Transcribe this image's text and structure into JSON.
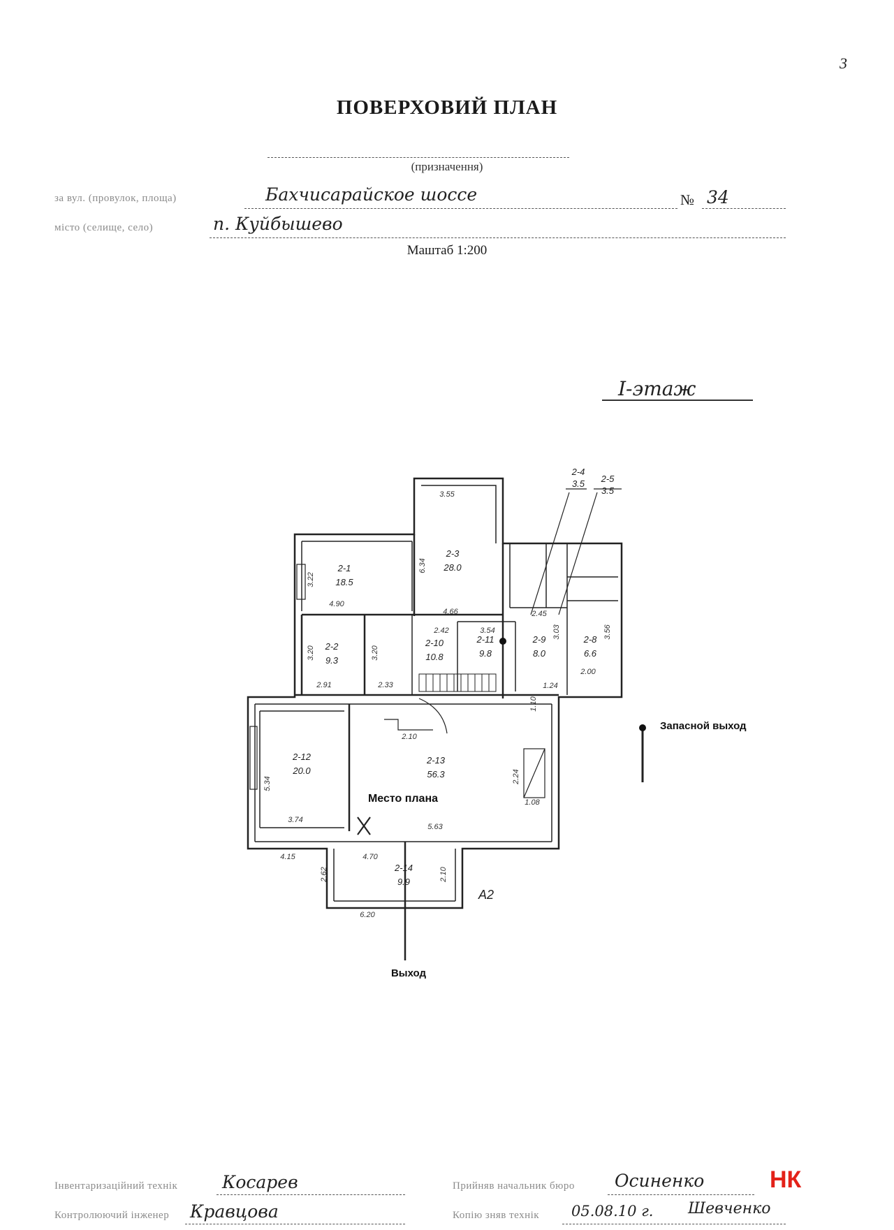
{
  "page_number": "3",
  "title": "ПОВЕРХОВИЙ ПЛАН",
  "purpose_caption": "(призначення)",
  "address": {
    "street_label": "за вул. (провулок, площа)",
    "street_value": "Бахчисарайское шоссе",
    "number_label": "№",
    "number_value": "34",
    "settlement_label": "місто (селище, село)",
    "settlement_value": "п. Куйбышево"
  },
  "scale": "Маштаб 1:200",
  "floor": "I-этаж",
  "plan": {
    "place_label": "Место плана",
    "exit_label": "Выход",
    "emergency_exit_label": "Запасной выход",
    "annex_label": "А2",
    "rooms": [
      {
        "id": "2-1",
        "area": "18.5"
      },
      {
        "id": "2-2",
        "area": "9.3"
      },
      {
        "id": "2-3",
        "area": "28.0"
      },
      {
        "id": "2-4",
        "area": "3.5"
      },
      {
        "id": "2-5",
        "area": "3.5"
      },
      {
        "id": "2-8",
        "area": "6.6"
      },
      {
        "id": "2-9",
        "area": "8.0"
      },
      {
        "id": "2-10",
        "area": "10.8"
      },
      {
        "id": "2-11",
        "area": "9.8"
      },
      {
        "id": "2-12",
        "area": "20.0"
      },
      {
        "id": "2-13",
        "area": "56.3"
      },
      {
        "id": "2-14",
        "area": "9.9"
      }
    ],
    "dimensions": {
      "d355": "3.55",
      "d634": "6.34",
      "d322": "3.22",
      "d490": "4.90",
      "d466": "4.66",
      "d320a": "3.20",
      "d320b": "3.20",
      "d291": "2.91",
      "d233": "2.33",
      "d242": "2.42",
      "d354": "3.54",
      "d303": "3.03",
      "d356": "3.56",
      "d200": "2.00",
      "d124": "1.24",
      "d110": "1.10",
      "d210": "2.10",
      "d534": "5.34",
      "d374": "3.74",
      "d224": "2.24",
      "d108": "1.08",
      "d563": "5.63",
      "d415": "4.15",
      "d470": "4.70",
      "d262": "2.62",
      "d210b": "2.10",
      "d620": "6.20",
      "d245": "2.45"
    }
  },
  "signatures": {
    "technician_label": "Інвентаризаційний технік",
    "technician_value": "Косарев",
    "checker_label": "Контролюючий інженер",
    "checker_value": "Кравцова",
    "accepted_label": "Прийняв начальник бюро",
    "accepted_value": "Осиненко",
    "copied_label": "Копію зняв технік",
    "copied_date": "05.08.10 г.",
    "copied_value": "Шевченко"
  },
  "watermark": "НК"
}
